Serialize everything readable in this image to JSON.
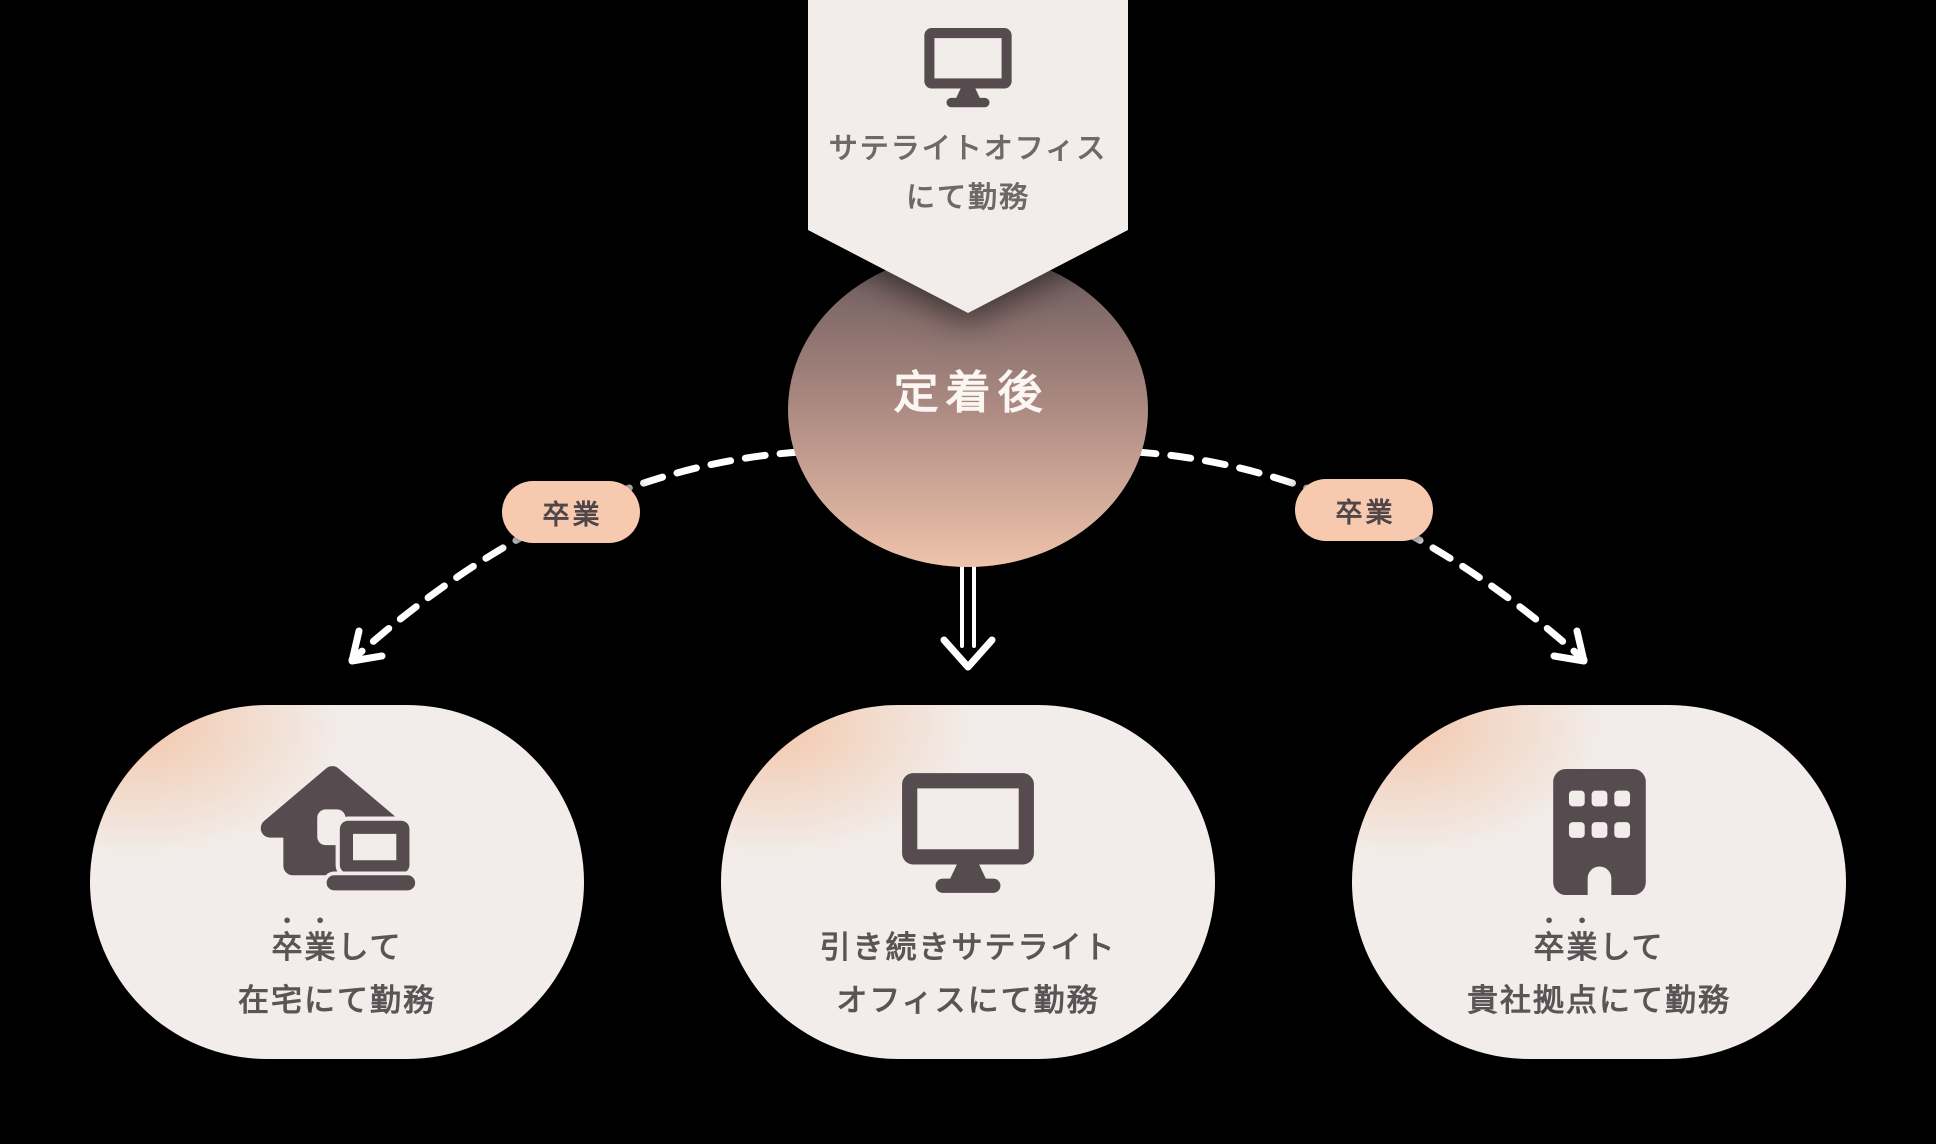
{
  "palette": {
    "background": "#000000",
    "panel_bg": "#f2edea",
    "panel_text": "#5c5356",
    "banner_text": "#6f676a",
    "icon": "#564c50",
    "badge_bg": "#f7c9ae",
    "badge_text": "#4e4649",
    "hub_text": "#fbf6f2",
    "hub_grad_top": "#6b5a5c",
    "hub_grad_mid": "#ab8981",
    "hub_grad_bottom": "#efc3ab",
    "arrow": "#ffffff"
  },
  "banner": {
    "icon": "monitor-icon",
    "lines": [
      "サテライトオフィス",
      "にて勤務"
    ]
  },
  "hub": {
    "label": "定着後"
  },
  "badges": {
    "left": "卒業",
    "right": "卒業"
  },
  "cards": [
    {
      "id": "home",
      "icon": "house-laptop-icon",
      "line1_emphasis": "卒業",
      "line1_rest": "して",
      "line2": "在宅にて勤務"
    },
    {
      "id": "satellite",
      "icon": "monitor-icon",
      "line1_emphasis": "",
      "line1_rest": "引き続きサテライト",
      "line2": "オフィスにて勤務"
    },
    {
      "id": "office",
      "icon": "building-icon",
      "line1_emphasis": "卒業",
      "line1_rest": "して",
      "line2": "貴社拠点にて勤務"
    }
  ]
}
